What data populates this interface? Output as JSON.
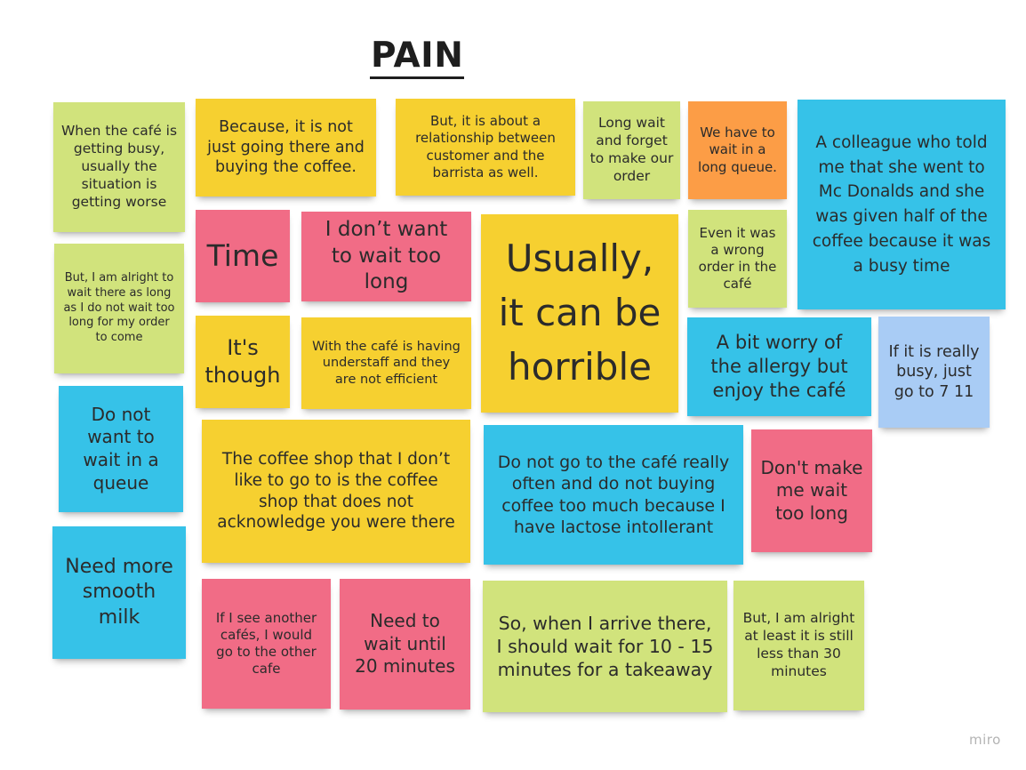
{
  "board": {
    "title": "PAIN",
    "watermark": "miro"
  },
  "colors": {
    "yellow": "#f6d030",
    "green": "#d1e37c",
    "blue": "#36c2e8",
    "pink": "#f16c86",
    "orange": "#fc9d46",
    "light_blue": "#a9ccf5"
  },
  "notes": {
    "n01": "When the café is getting busy, usually the situation is getting worse",
    "n02": "Because, it is not just going there and buying the coffee.",
    "n03": "But, it is about a relationship between customer and the barrista as well.",
    "n04": "Long wait and forget to make our order",
    "n05": "We have to wait in a long queue.",
    "n06": "A colleague who told me that she went to Mc Donalds and she was given half of the coffee because it was a busy time",
    "n07": "Time",
    "n08": "I don’t want to wait too long",
    "n09": "Usually, it can be horrible",
    "n10": "Even it was a wrong order in the café",
    "n11": "But, I am alright to wait there as long as I do not wait too long for my order to come",
    "n12": "It's though",
    "n13": "With the café is having understaff and they are not efficient",
    "n14": "A bit worry of the allergy but enjoy the café",
    "n15": "If it is really busy, just go to 7 11",
    "n16": "Do not want to wait in a queue",
    "n17": "The coffee shop that I don’t like to go to is the coffee shop that does not acknowledge you were there",
    "n18": "Do not go to the café really often and do not buying coffee too much because I have lactose intollerant",
    "n19": "Don't make me wait too long",
    "n20": "Need more smooth milk",
    "n21": "If I see another cafés, I would go to the other cafe",
    "n22": "Need to wait until 20 minutes",
    "n23": "So, when I arrive there, I should wait for 10 - 15 minutes for a takeaway",
    "n24": "But, I am alright at least it is still less than 30 minutes"
  }
}
